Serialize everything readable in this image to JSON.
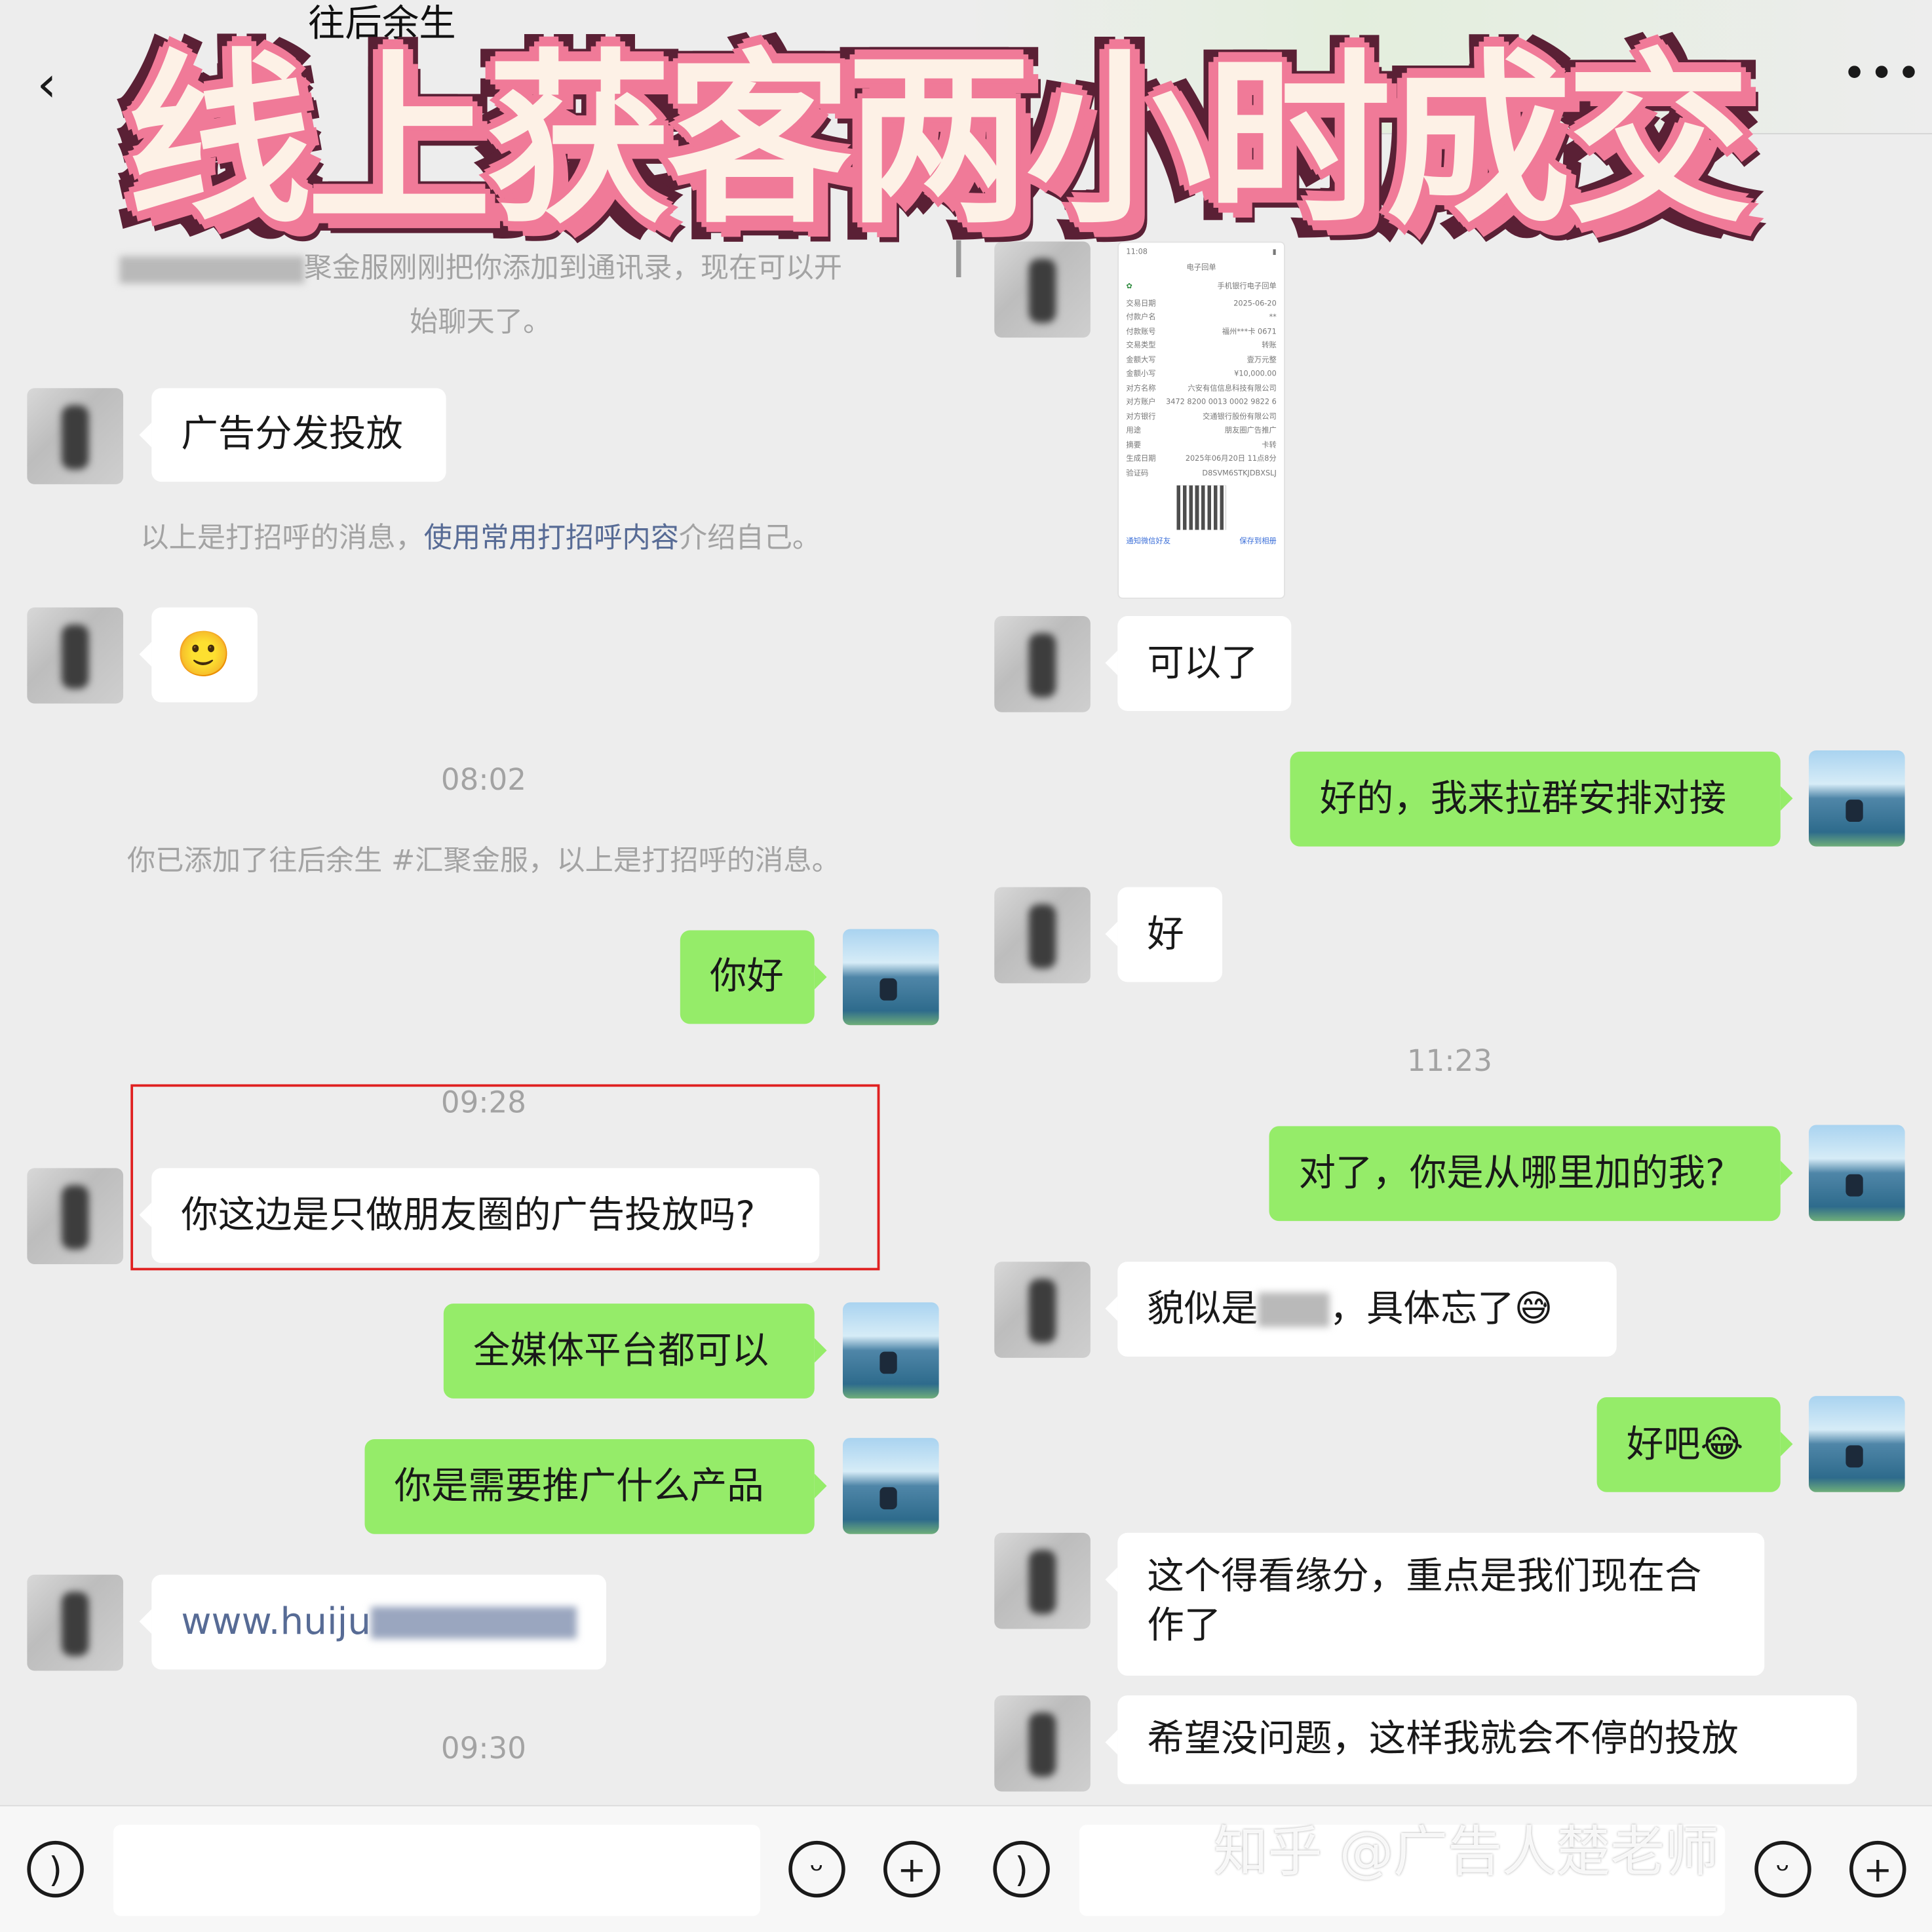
{
  "banner": "线上获客两小时成交",
  "header": {
    "title_partial": "往后余生",
    "back_icon": "chevron-left-icon",
    "more_icon": "more-dots-icon"
  },
  "left": {
    "system_added_line1": "聚金服刚刚把你添加到通讯录，现在可以开",
    "system_added_line2": "始聊天了。",
    "msg_ad": "广告分发投放",
    "greeting_hint_prefix": "以上是打招呼的消息，",
    "greeting_hint_link": "使用常用打招呼内容",
    "greeting_hint_suffix": "介绍自己。",
    "msg_emoji": "🙂",
    "time1": "08:02",
    "system_added2": "你已添加了往后余生 #汇聚金服，以上是打招呼的消息。",
    "me_hello": "你好",
    "time2": "09:28",
    "msg_question": "你这边是只做朋友圈的广告投放吗?",
    "me_all_media": "全媒体平台都可以",
    "me_product": "你是需要推广什么产品",
    "msg_link": "www.huiju",
    "time3": "09:30"
  },
  "right": {
    "receipt": {
      "status_time": "11:08",
      "title": "电子回单",
      "bank_title": "手机银行电子回单",
      "rows": [
        [
          "交易日期",
          "2025-06-20"
        ],
        [
          "付款户名",
          "**"
        ],
        [
          "付款账号",
          "福州***卡 0671"
        ],
        [
          "交易类型",
          "转账"
        ],
        [
          "金额大写",
          "壹万元整"
        ],
        [
          "金额小写",
          "¥10,000.00"
        ],
        [
          "对方名称",
          "六安有信信息科技有限公司"
        ],
        [
          "对方账户",
          "3472 8200 0013 0002 9822 6"
        ],
        [
          "对方银行",
          "交通银行股份有限公司"
        ],
        [
          "用途",
          "朋友圈广告推广"
        ],
        [
          "摘要",
          "卡转"
        ],
        [
          "生成日期",
          "2025年06月20日 11点8分"
        ],
        [
          "验证码",
          "D8SVM6STKJDBXSLJ"
        ]
      ],
      "btn_share": "通知微信好友",
      "btn_save": "保存到相册"
    },
    "msg_ok": "可以了",
    "me_group": "好的，我来拉群安排对接",
    "msg_good": "好",
    "time4": "11:23",
    "me_where": "对了，你是从哪里加的我?",
    "msg_seems_prefix": "貌似是",
    "msg_seems_suffix": "，具体忘了😅",
    "me_okay": "好吧😂",
    "msg_fate": "这个得看缘分，重点是我们现在合作了",
    "msg_hope": "希望没问题，这样我就会不停的投放"
  },
  "bottom": {
    "voice_icon": "voice-icon",
    "emoji_icon": "emoji-icon",
    "plus_icon": "plus-icon"
  },
  "watermark": "知乎 @广告人楚老师",
  "colors": {
    "bg": "#ededed",
    "my_bubble": "#95ec69",
    "link": "#576b95",
    "banner_fill": "#fdf1e6",
    "banner_stroke": "#f07a98",
    "highlight_box": "#e02020"
  }
}
